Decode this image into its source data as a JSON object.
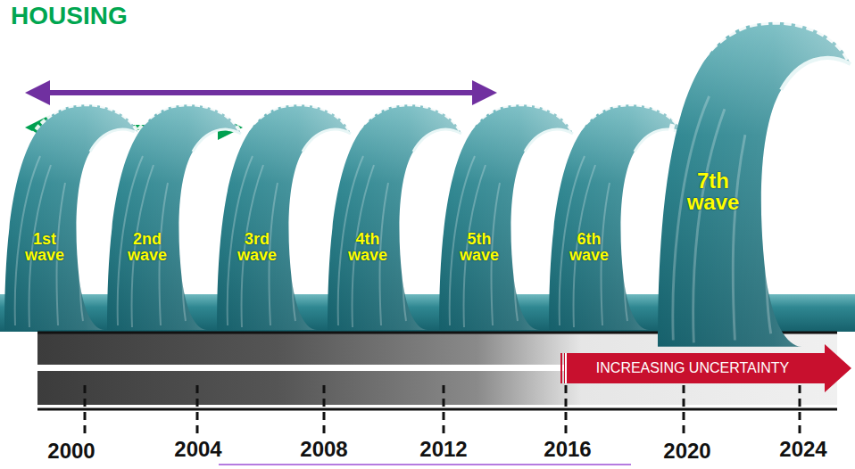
{
  "diagram": {
    "nodes": [
      {
        "text": [
          "1st wave"
        ]
      },
      {
        "text": [
          "2nd wave"
        ]
      },
      {
        "text": [
          "3rd wave"
        ]
      },
      {
        "text": [
          "4th wave"
        ]
      },
      {
        "text": [
          "5th wave"
        ]
      },
      {
        "text": [
          "6th wave"
        ]
      },
      {
        "text": [
          "7th wave"
        ]
      },
      {
        "text": [
          "INCREASING UNCERTAINTY"
        ]
      }
    ],
    "labels": [
      "HOUSING",
      "2000",
      "2004",
      "2008",
      "2012",
      "2016",
      "2020",
      "2024"
    ]
  }
}
